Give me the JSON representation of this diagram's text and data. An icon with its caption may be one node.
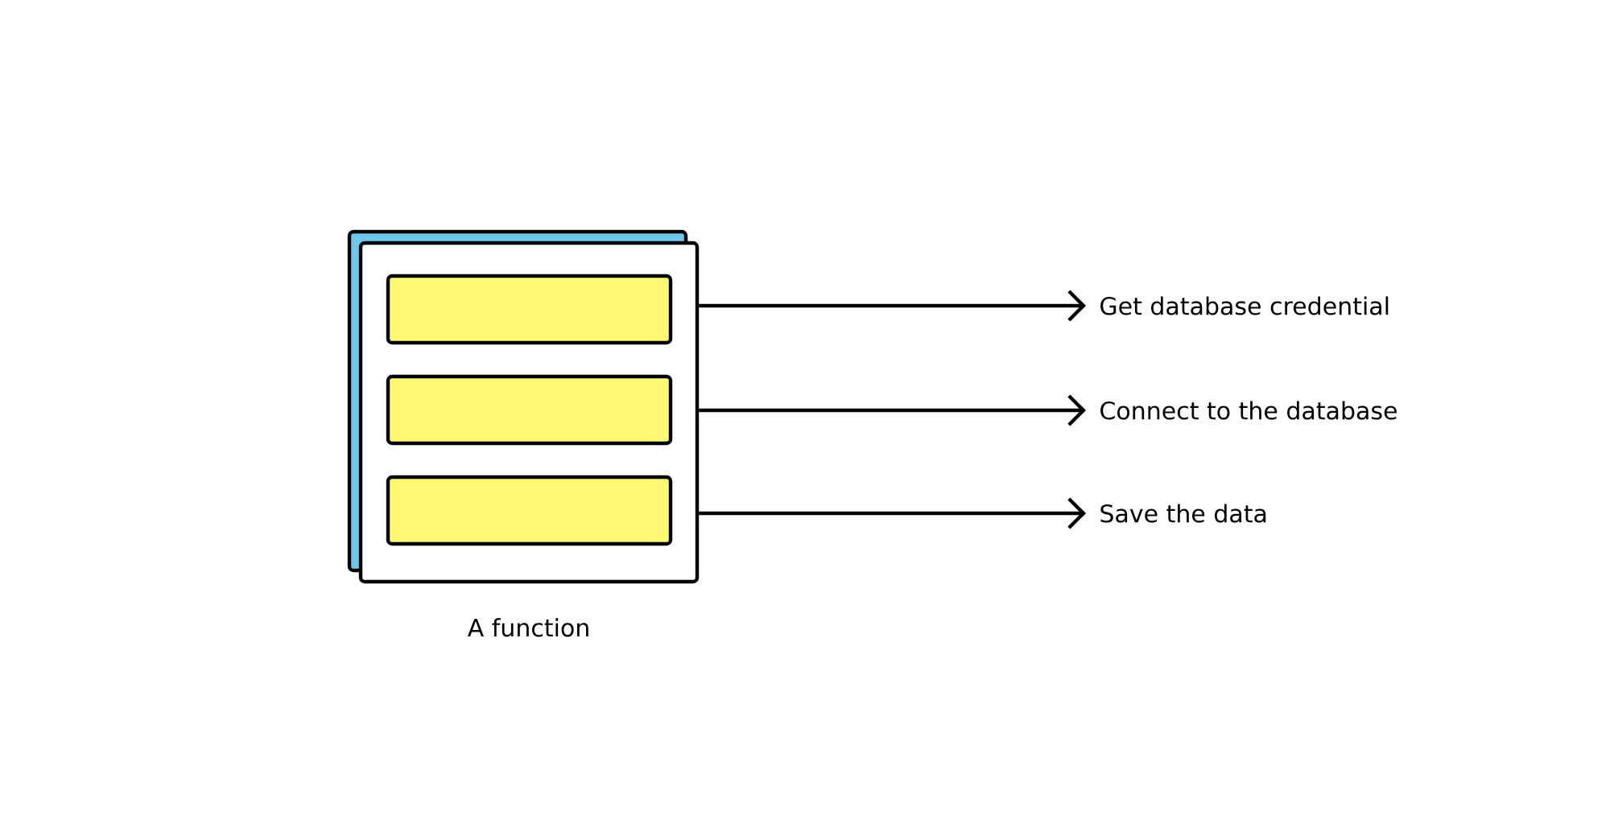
{
  "diagram": {
    "nodes": [
      {
        "text": [
          "A function"
        ]
      },
      {
        "text": [],
        "shape": "box",
        "in": 0
      },
      {
        "text": [],
        "shape": "box",
        "in": 0
      },
      {
        "text": [],
        "shape": "box",
        "in": 0
      },
      {
        "text": [
          "Get database credential"
        ]
      },
      {
        "text": [
          "Connect to the database"
        ]
      },
      {
        "text": [
          "Save the data"
        ]
      }
    ],
    "edges": [
      {
        "from": 0,
        "to": 4,
        "arrow": "to"
      },
      {
        "from": 0,
        "to": 5,
        "arrow": "to"
      },
      {
        "from": 0,
        "to": 6,
        "arrow": "to"
      }
    ]
  }
}
